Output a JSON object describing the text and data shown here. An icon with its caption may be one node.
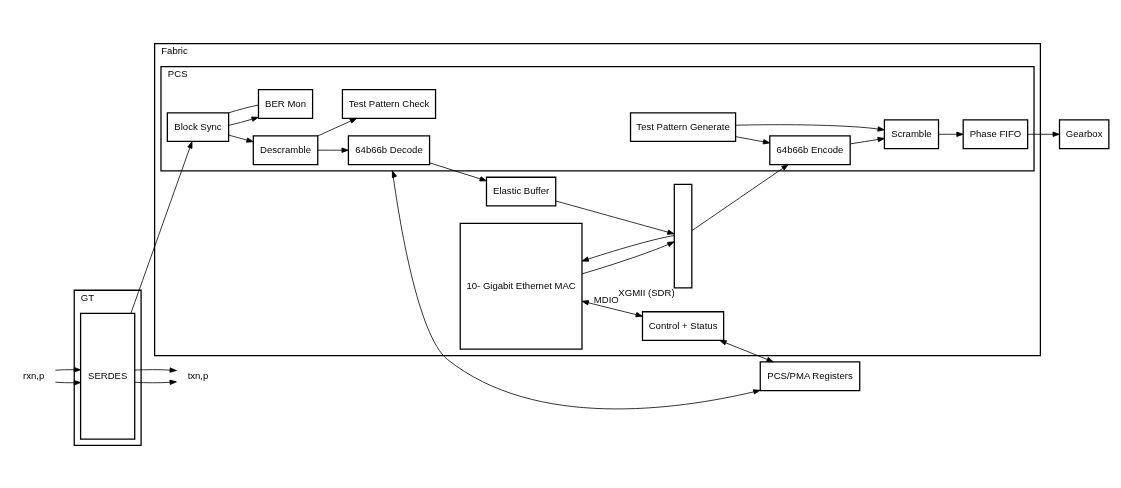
{
  "diagram": {
    "nodes": [
      {
        "text": [
          "Fabric"
        ]
      },
      {
        "text": [
          "GT"
        ]
      },
      {
        "text": [
          "10- Gigabit Ethernet MAC"
        ],
        "in": 0
      },
      {
        "text": [
          "XGMII (SDR)"
        ],
        "in": 0
      },
      {
        "text": [
          "Elastic Buffer"
        ],
        "in": 0
      },
      {
        "text": [
          "PCS"
        ],
        "in": 0
      },
      {
        "text": [
          "64b66b Decode"
        ],
        "in": 5
      },
      {
        "text": [
          "Test Pattern Check"
        ],
        "in": 5
      },
      {
        "text": [
          "Descramble"
        ],
        "in": 5
      },
      {
        "text": [
          "Block Sync"
        ],
        "in": 5
      },
      {
        "text": [
          "BER Mon"
        ],
        "in": 5
      },
      {
        "text": [
          "Test Pattern Generate"
        ],
        "in": 5
      },
      {
        "text": [
          "64b66b Encode"
        ],
        "in": 5
      },
      {
        "text": [
          "Scramble"
        ],
        "in": 5
      },
      {
        "text": [
          "Phase FIFO"
        ],
        "in": 5
      },
      {
        "text": [
          "Gearbox"
        ]
      },
      {
        "text": [
          "SERDES"
        ],
        "in": 1
      },
      {
        "text": [
          "Control + Status"
        ],
        "in": 0
      },
      {
        "text": [
          "PCS/PMA Registers"
        ]
      },
      {
        "text": [
          "rxn,p"
        ]
      },
      {
        "text": [
          "txn,p"
        ]
      }
    ],
    "edges": [
      {
        "from": 19,
        "to": 16,
        "arrow": "to"
      },
      {
        "from": 19,
        "to": 16,
        "arrow": "to"
      },
      {
        "from": 16,
        "to": 9,
        "arrow": "to"
      },
      {
        "from": 9,
        "to": 8,
        "arrow": "to"
      },
      {
        "from": 8,
        "to": 6,
        "arrow": "to"
      },
      {
        "from": 8,
        "to": 7,
        "arrow": "to"
      },
      {
        "from": 9,
        "to": 10,
        "arrow": "to"
      },
      {
        "from": 10,
        "to": 9,
        "arrow": "none"
      },
      {
        "from": 6,
        "to": 4,
        "arrow": "to"
      },
      {
        "from": 4,
        "to": 3,
        "arrow": "to"
      },
      {
        "from": 3,
        "to": 2,
        "arrow": "to"
      },
      {
        "from": 2,
        "to": 3,
        "arrow": "to"
      },
      {
        "from": 3,
        "to": 12,
        "arrow": "to"
      },
      {
        "from": 11,
        "to": 12,
        "arrow": "to"
      },
      {
        "from": 11,
        "to": 13,
        "arrow": "to"
      },
      {
        "from": 12,
        "to": 13,
        "arrow": "to"
      },
      {
        "from": 13,
        "to": 14,
        "arrow": "to"
      },
      {
        "from": 14,
        "to": 15,
        "arrow": "to"
      },
      {
        "from": 16,
        "to": 20,
        "arrow": "to"
      },
      {
        "from": 16,
        "to": 20,
        "arrow": "to"
      },
      {
        "from": 5,
        "to": 18,
        "arrow": "both"
      },
      {
        "from": 17,
        "to": 18,
        "arrow": "both"
      },
      {
        "from": 2,
        "to": 17,
        "arrow": "both",
        "label": "MDIO"
      }
    ]
  }
}
